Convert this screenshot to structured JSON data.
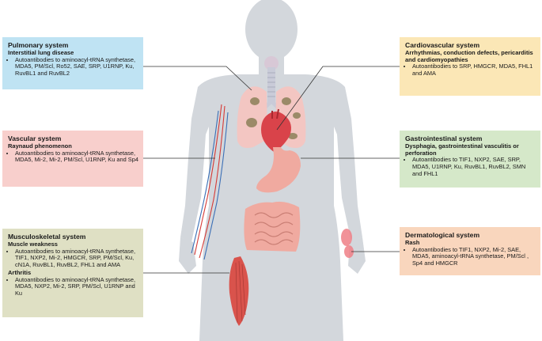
{
  "boxes": {
    "pulmonary": {
      "title": "Pulmonary system",
      "groups": [
        {
          "heading": "Interstitial lung disease",
          "items": [
            "Autoantibodies to aminoacyl-tRNA synthetase, MDA5, PM/Scl, Ro52, SAE, SRP, U1RNP, Ku, RuvBL1 and RuvBL2"
          ]
        }
      ]
    },
    "vascular": {
      "title": "Vascular system",
      "groups": [
        {
          "heading": "Raynaud phenomenon",
          "items": [
            "Autoantibodies to aminoacyl-tRNA synthetase, MDA5, Mi-2, Mi-2, PM/Scl, U1RNP, Ku and Sp4"
          ]
        }
      ]
    },
    "musculo": {
      "title": "Musculoskeletal system",
      "groups": [
        {
          "heading": "Muscle weakness",
          "items": [
            "Autoantibodies to aminoacyl-tRNA synthetase, TIF1, NXP2, Mi-2, HMGCR, SRP, PM/Scl, Ku, cN1A, RuvBL1, RuvBL2, FHL1 and AMA"
          ]
        },
        {
          "heading": "Arthritis",
          "items": [
            "Autoantibodies to aminoacyl-tRNA synthetase, MDA5, NXP2, Mi-2, SRP, PM/Scl, U1RNP and Ku"
          ]
        }
      ]
    },
    "cardio": {
      "title": "Cardiovascular system",
      "groups": [
        {
          "heading": "Arrhythmias, conduction defects, pericarditis and cardiomyopathies",
          "items": [
            "Autoantibodies to SRP, HMGCR, MDA5, FHL1 and AMA"
          ]
        }
      ]
    },
    "gastro": {
      "title": "Gastrointestinal system",
      "groups": [
        {
          "heading": "Dysphagia, gastrointestinal vasculitis or perforation",
          "items": [
            "Autoantibodies to TIF1, NXP2, SAE, SRP, MDA5, U1RNP, Ku, RuvBL1, RuvBL2, SMN and FHL1"
          ]
        }
      ]
    },
    "derm": {
      "title": "Dermatological system",
      "groups": [
        {
          "heading": "Rash",
          "items": [
            "Autoantibodies to TIF1, NXP2, Mi-2, SAE, MDA5, aminoacyl-tRNA synthetase, PM/Scl , Sp4 and HMGCR"
          ]
        }
      ]
    }
  },
  "colors": {
    "body": "#d3d7dc",
    "lung": "#f3c6c2",
    "lung_lesion": "#9b8a68",
    "heart": "#d9434a",
    "gut": "#f0aaa0",
    "muscle": "#d9534c",
    "vein": "#3b6fb6",
    "artery": "#d63a36",
    "rash": "#ee7f86",
    "leader_line": "#333333"
  }
}
